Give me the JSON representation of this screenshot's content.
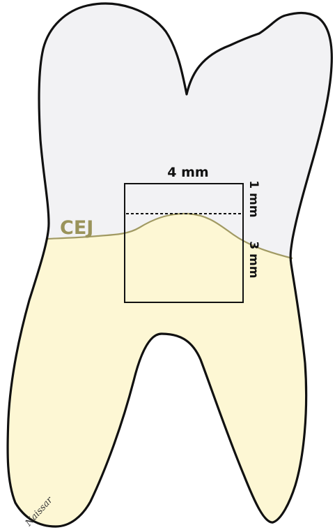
{
  "labels": {
    "width": "4 mm",
    "top_height": "1 mm",
    "bottom_height": "3 mm",
    "cej": "CEJ"
  },
  "signature": "Naissar",
  "colors": {
    "crown_fill": "#f2f2f4",
    "root_fill": "#fdf7d4",
    "cej_line": "#a19a63",
    "cej_text": "#9a935a",
    "outline": "#111111"
  }
}
